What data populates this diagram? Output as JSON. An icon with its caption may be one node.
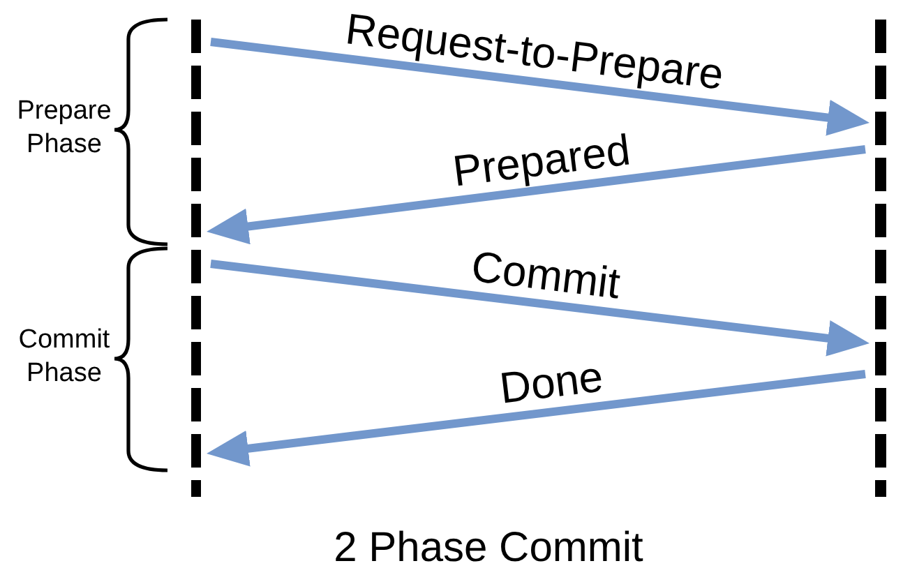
{
  "diagram": {
    "caption": "2 Phase Commit",
    "nodes": [
      {
        "text": [],
        "shape": "line"
      },
      {
        "text": [],
        "shape": "line"
      }
    ],
    "edges": [
      {
        "from": 0,
        "to": 1,
        "arrow": "to",
        "label": "Request-to-Prepare"
      },
      {
        "from": 1,
        "to": 0,
        "arrow": "to",
        "label": "Prepared"
      },
      {
        "from": 0,
        "to": 1,
        "arrow": "to",
        "label": "Commit"
      },
      {
        "from": 1,
        "to": 0,
        "arrow": "to",
        "label": "Done"
      }
    ],
    "labels": [
      "Prepare Phase",
      "Commit Phase"
    ]
  }
}
